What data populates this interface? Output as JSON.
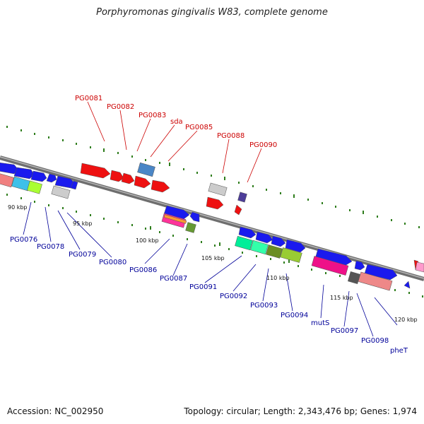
{
  "title": "Porphyromonas gingivalis W83, complete genome",
  "footer": {
    "accession": "Accession: NC_002950",
    "summary": "Topology: circular; Length: 2,343,476 bp; Genes: 1,974"
  },
  "colors": {
    "backbone": "#888888",
    "tick": "#2e7d1c",
    "top_label": "#cc0000",
    "bottom_label": "#000099"
  },
  "scale_labels": [
    "90 kbp",
    "95 kbp",
    "100 kbp",
    "105 kbp",
    "110 kbp",
    "115 kbp",
    "120 kbp"
  ],
  "top_labels": [
    "PG0081",
    "PG0082",
    "PG0083",
    "sda",
    "PG0085",
    "PG0088",
    "PG0090"
  ],
  "bottom_labels": [
    "PG0076",
    "PG0078",
    "PG0079",
    "PG0080",
    "PG0086",
    "PG0087",
    "PG0091",
    "PG0092",
    "PG0093",
    "PG0094",
    "mutS",
    "PG0097",
    "PG0098",
    "pheT"
  ]
}
